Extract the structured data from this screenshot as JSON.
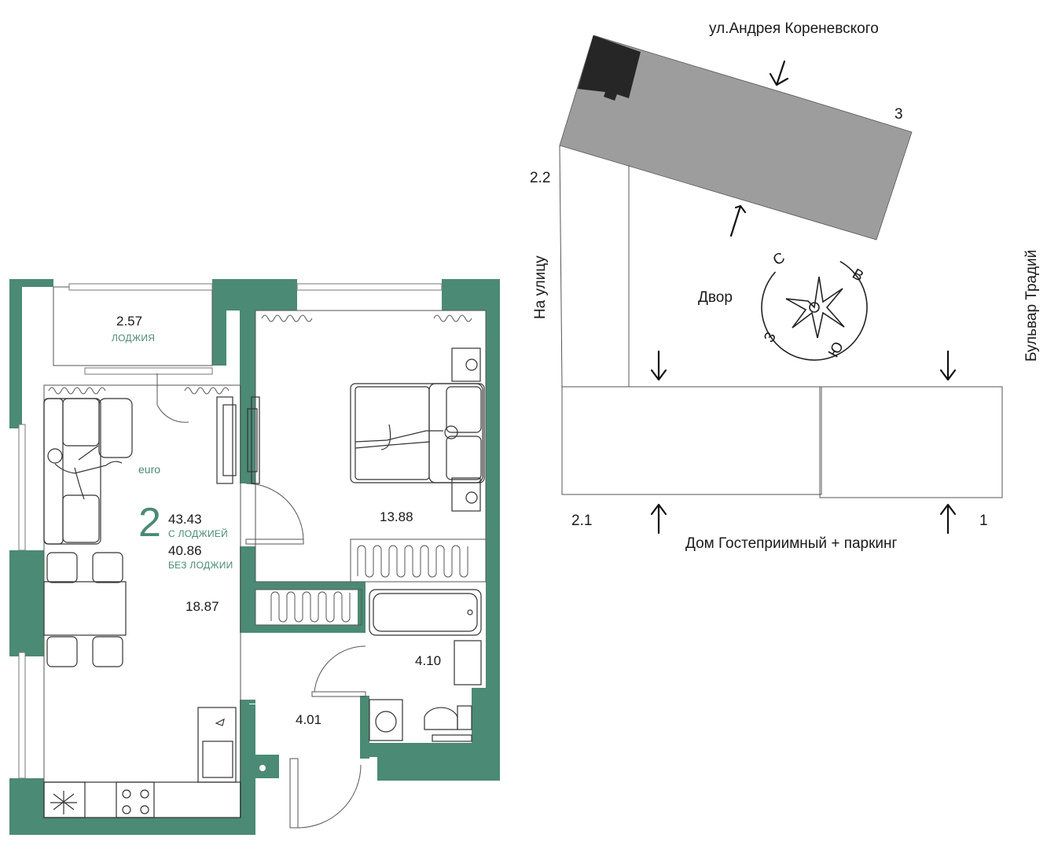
{
  "apartment": {
    "class_label": "euro",
    "rooms": "2",
    "area_with_loggia": "43.43",
    "with_loggia_label": "С ЛОДЖИЕЙ",
    "area_without_loggia": "40.86",
    "without_loggia_label": "БЕЗ ЛОДЖИИ"
  },
  "rooms": {
    "loggia_area": "2.57",
    "loggia_label": "ЛОДЖИЯ",
    "living_kitchen": "18.87",
    "bedroom": "13.88",
    "bathroom": "4.10",
    "hallway": "4.01"
  },
  "site_plan": {
    "street_top": "ул.Андрея Кореневского",
    "street_right": "Бульвар Традий",
    "street_left": "На улицу",
    "street_bottom": "Дом Гостеприимный + паркинг",
    "yard": "Двор",
    "buildings": {
      "b1": "1",
      "b21": "2.1",
      "b22": "2.2",
      "b3": "3"
    },
    "compass": {
      "north": "С",
      "east": "В",
      "south": "Ю",
      "west": "З"
    }
  },
  "colors": {
    "wall": "#4b8a74",
    "building_dark": "#262626",
    "building_grey": "#9d9d9d"
  }
}
